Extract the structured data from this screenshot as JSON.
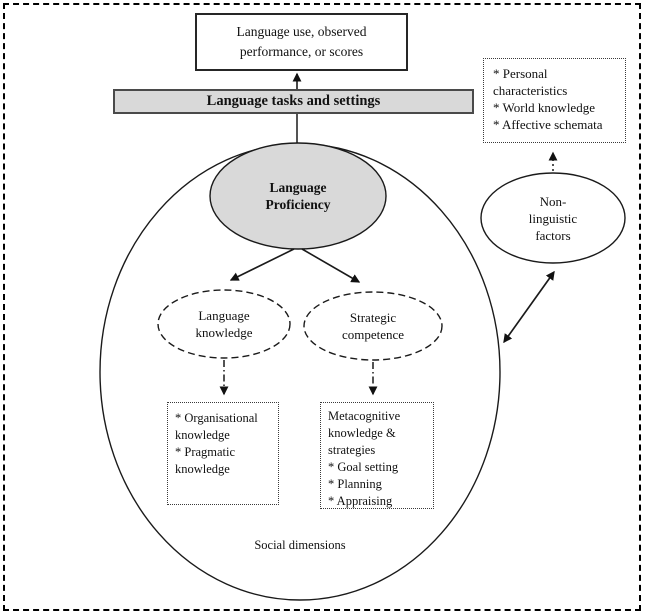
{
  "colors": {
    "shape_fill": "#d9d9d9",
    "line": "#1a1a1a"
  },
  "top_box": {
    "line1": "Language use, observed",
    "line2": "performance, or scores"
  },
  "tasks_bar": {
    "label": "Language tasks and settings"
  },
  "proficiency": {
    "line1": "Language",
    "line2": "Proficiency"
  },
  "language_knowledge": {
    "line1": "Language",
    "line2": "knowledge"
  },
  "strategic_competence": {
    "line1": "Strategic",
    "line2": "competence"
  },
  "organisational_box": {
    "items": [
      "* Organisational knowledge",
      "* Pragmatic knowledge"
    ]
  },
  "metacognitive_box": {
    "items": [
      "Metacognitive knowledge & strategies",
      "* Goal setting",
      "* Planning",
      "* Appraising"
    ]
  },
  "social_dimensions_label": "Social dimensions",
  "personal_box": {
    "items": [
      "* Personal characteristics",
      "* World knowledge",
      "* Affective schemata"
    ]
  },
  "non_linguistic": {
    "line1": "Non-",
    "line2": "linguistic",
    "line3": "factors"
  }
}
